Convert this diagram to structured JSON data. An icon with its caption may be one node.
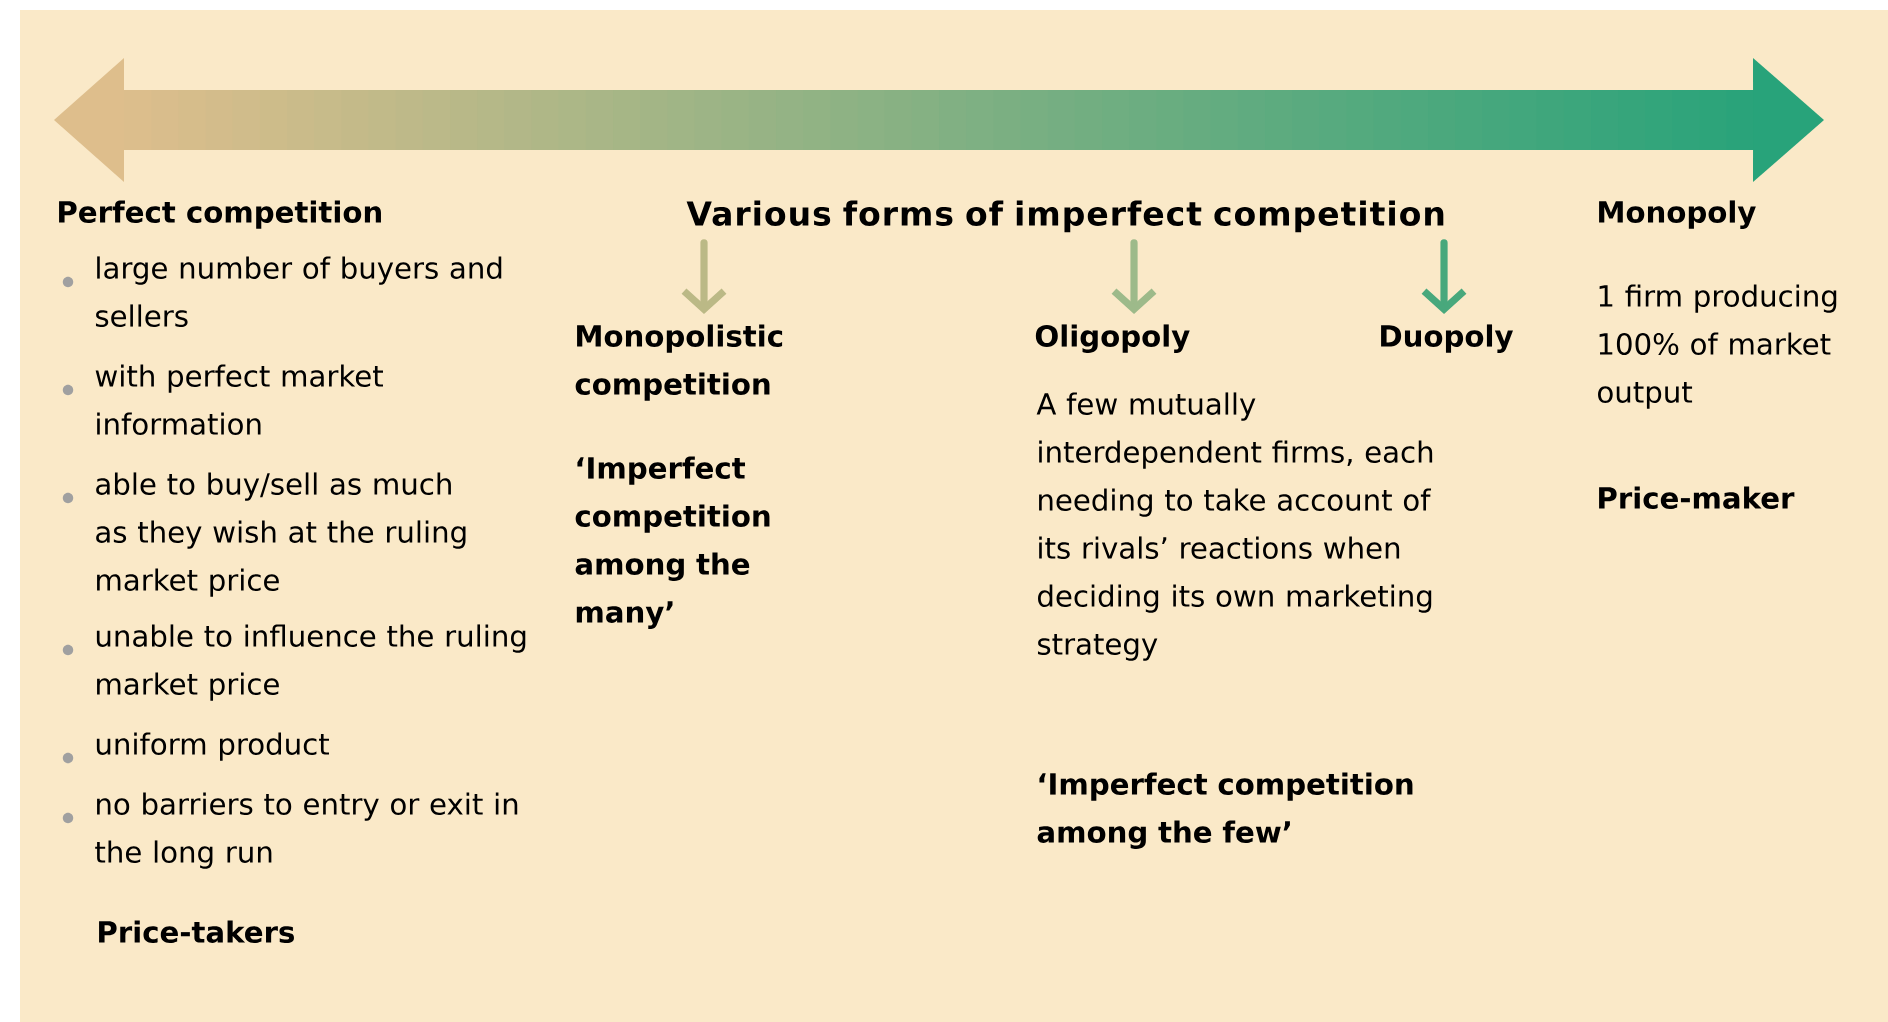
{
  "diagram": {
    "nodes": [
      {
        "text": [
          "Various forms of imperfect competition"
        ]
      },
      {
        "text": [
          "Monopolistic competition"
        ]
      },
      {
        "text": [
          "Oligopoly"
        ]
      },
      {
        "text": [
          "Duopoly"
        ]
      }
    ],
    "edges": [
      {
        "from": 0,
        "to": 1,
        "arrow": "to",
        "color": "#bbb986"
      },
      {
        "from": 0,
        "to": 2,
        "arrow": "to",
        "color": "#9dba8a"
      },
      {
        "from": 0,
        "to": 3,
        "arrow": "to",
        "color": "#48a87c"
      }
    ],
    "labels": [
      "Perfect competition",
      "large number of buyers and sellers",
      "with perfect market information",
      "able to buy/sell as much as they wish at the ruling market price",
      "unable to influence the ruling market price",
      "uniform product",
      "no barriers to entry or exit in the long run",
      "Price-takers",
      "Monopoly",
      "1 firm producing 100% of market output",
      "Price-maker",
      "‘Imperfect competition among the many’",
      "A few mutually interdependent firms, each needing to take account of its rivals’ reactions when deciding its own marketing strategy",
      "‘Imperfect competition among the few’"
    ]
  }
}
